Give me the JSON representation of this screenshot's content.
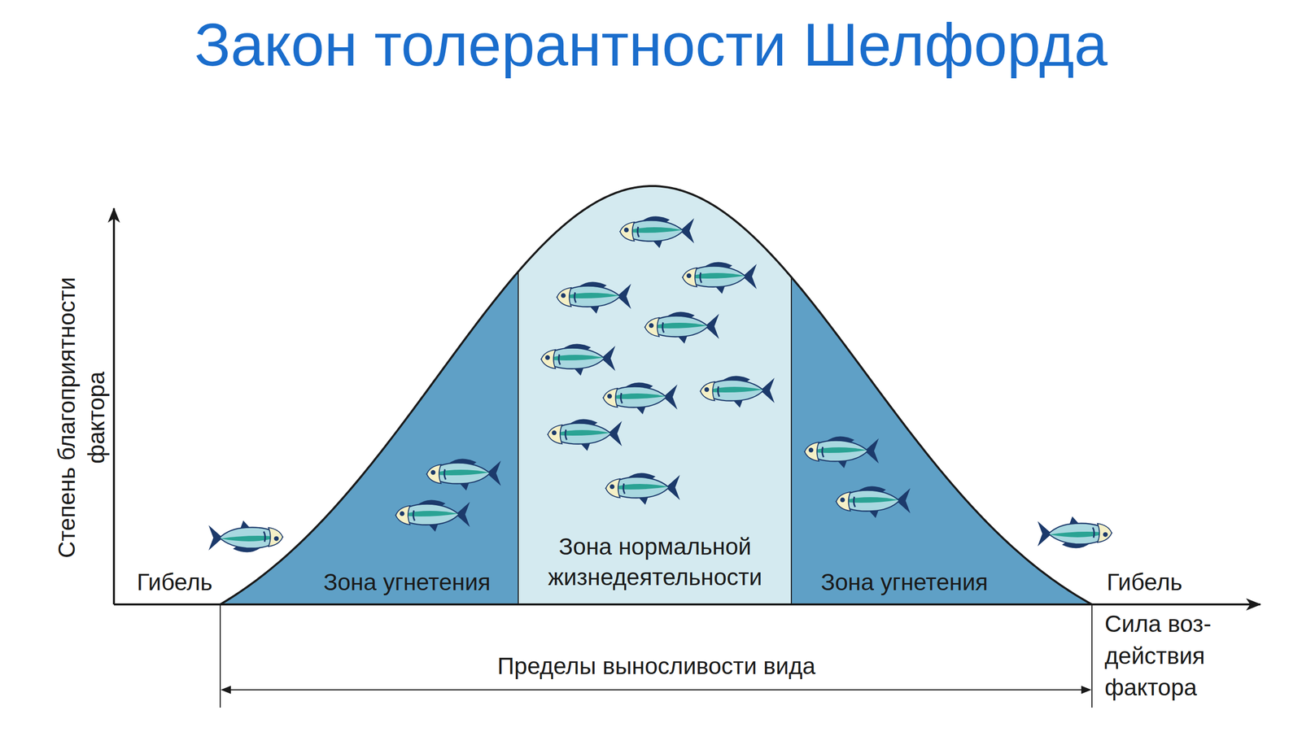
{
  "diagram": {
    "title": "Закон толерантности Шелфорда",
    "nodes": [
      {
        "text": [
          "Зона угнетения"
        ]
      },
      {
        "text": [
          "Зона нормальной жизнедеятельности"
        ]
      },
      {
        "text": [
          "Зона угнетения"
        ]
      }
    ],
    "labels": [
      "Степень благоприятности фактора",
      "Гибель",
      "Гибель",
      "Сила воз- действия фактора",
      "Пределы выносливости вида"
    ]
  }
}
